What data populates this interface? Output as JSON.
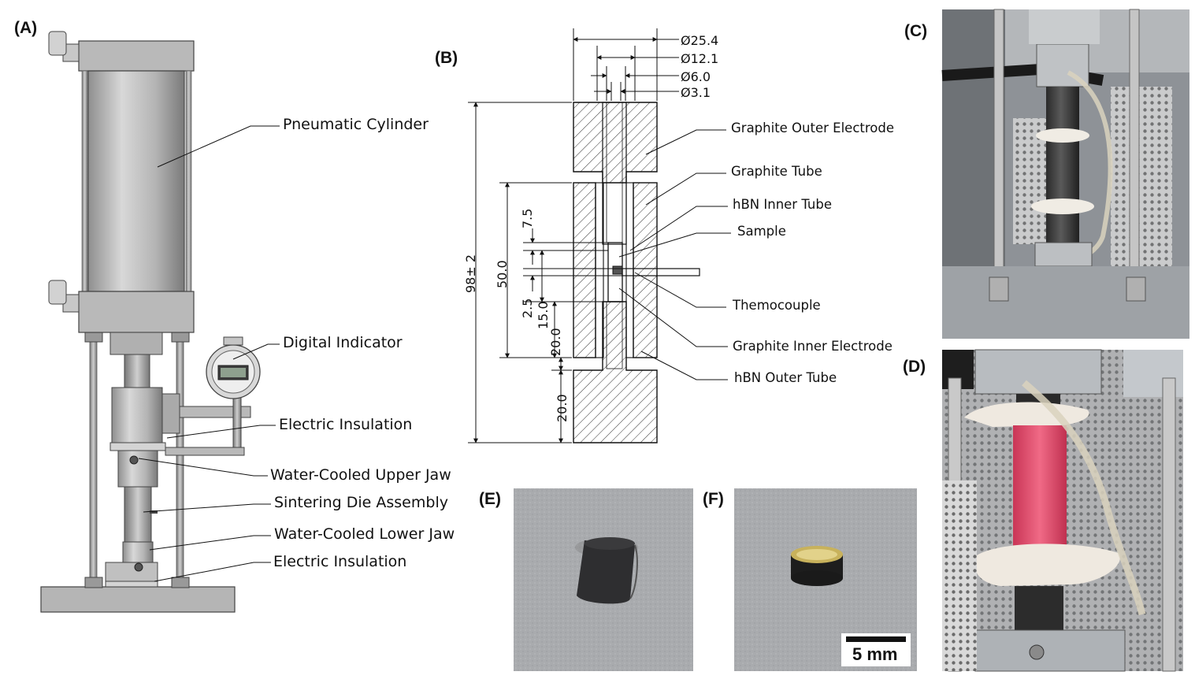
{
  "panels": {
    "a": "(A)",
    "b": "(B)",
    "c": "(C)",
    "d": "(D)",
    "e": "(E)",
    "f": "(F)"
  },
  "panel_a_labels": {
    "pneumatic_cylinder": "Pneumatic Cylinder",
    "digital_indicator": "Digital Indicator",
    "electric_insulation_upper": "Electric Insulation",
    "water_cooled_upper_jaw": "Water-Cooled Upper Jaw",
    "sintering_die_assembly": "Sintering Die Assembly",
    "water_cooled_lower_jaw": "Water-Cooled Lower Jaw",
    "electric_insulation_lower": "Electric Insulation"
  },
  "panel_b_labels": {
    "graphite_outer_electrode": "Graphite Outer Electrode",
    "graphite_tube": "Graphite Tube",
    "hbn_inner_tube": "hBN Inner Tube",
    "sample": "Sample",
    "thermocouple": "Themocouple",
    "graphite_inner_electrode": "Graphite Inner Electrode",
    "hbn_outer_tube": "hBN Outer Tube"
  },
  "panel_b_dimensions": {
    "d25": "Ø25.4",
    "d12": "Ø12.1",
    "d6": "Ø6.0",
    "d3": "Ø3.1",
    "total_height": "98± 2",
    "tube_height": "50.0",
    "v7_5": "7.5",
    "v2_5": "2.5",
    "v15": "15.0",
    "v20_upper": "20.0",
    "v20_lower": "20.0"
  },
  "scale_bar": {
    "label": "5 mm"
  },
  "colors": {
    "metal_light": "#c9c9c9",
    "metal_mid": "#a6a6a6",
    "metal_dark": "#7d7d7d",
    "hatch": "#333333",
    "photo_bg": "#9aa0a6",
    "glowing_die": "#e8506e"
  }
}
